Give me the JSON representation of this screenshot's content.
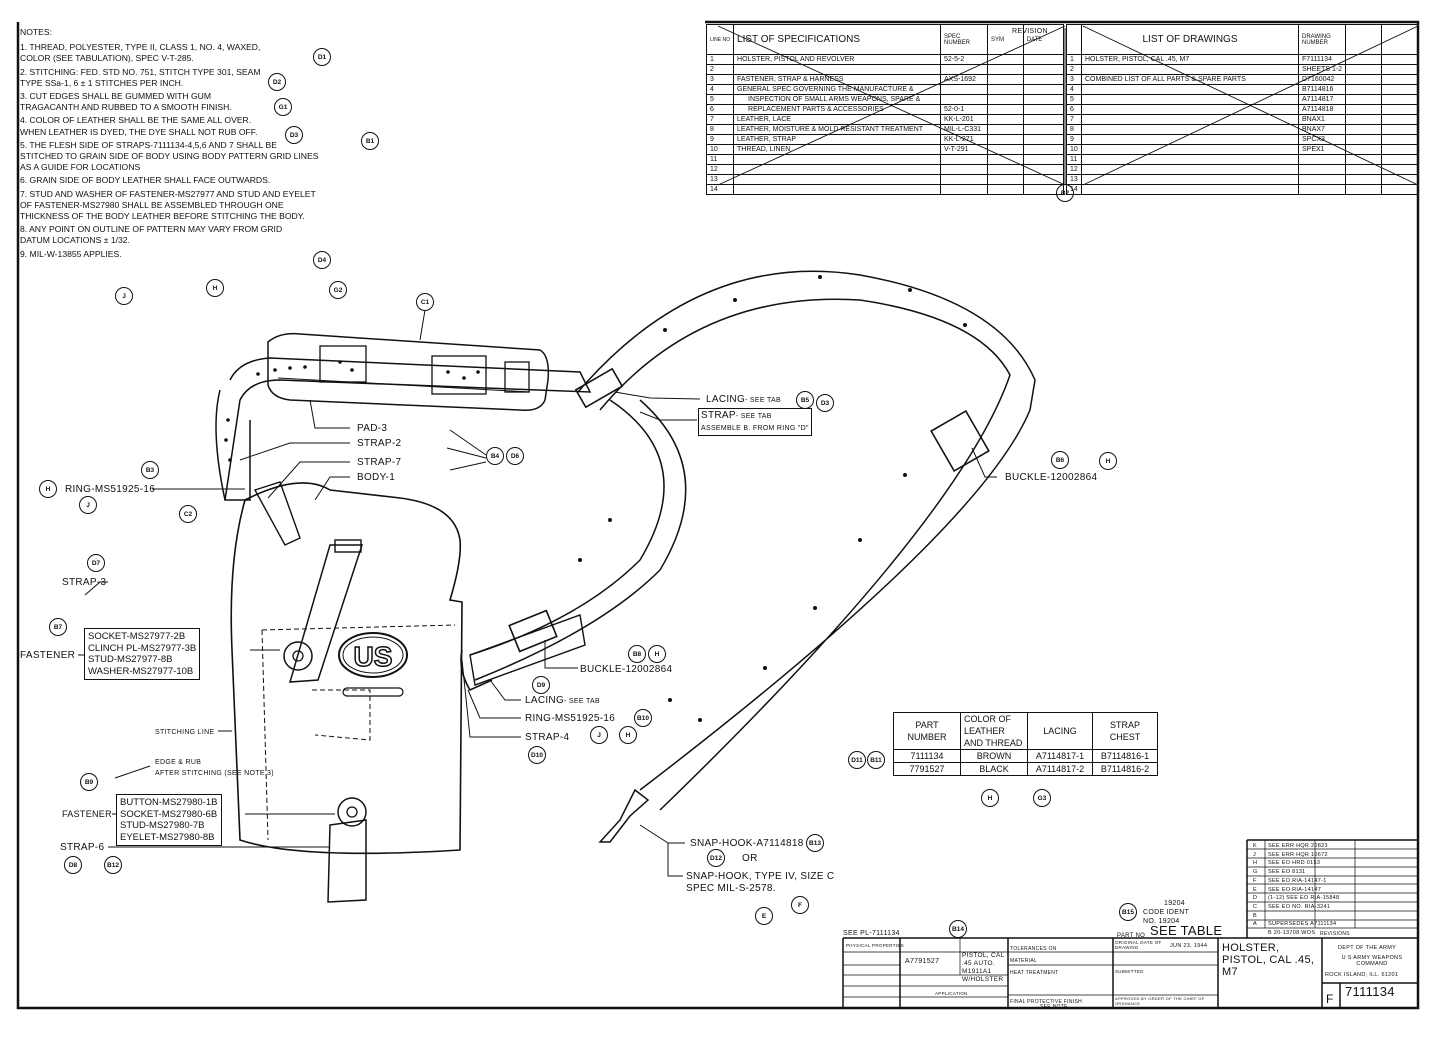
{
  "notes": {
    "title": "NOTES:",
    "items": [
      "1. THREAD, POLYESTER, TYPE II, CLASS 1, NO. 4, WAXED, COLOR (SEE TABULATION), SPEC V-T-285.",
      "2. STITCHING: FED. STD NO. 751, STITCH TYPE 301, SEAM TYPE SSa-1, 6 ± 1 STITCHES PER INCH.",
      "3. CUT EDGES SHALL BE GUMMED WITH GUM TRAGACANTH AND RUBBED TO A SMOOTH FINISH.",
      "4. COLOR OF LEATHER SHALL BE THE SAME ALL OVER. WHEN LEATHER IS DYED, THE DYE SHALL NOT RUB OFF.",
      "5. THE FLESH SIDE OF STRAPS-7111134-4,5,6 AND 7 SHALL BE STITCHED TO GRAIN SIDE OF BODY USING BODY PATTERN GRID LINES AS A GUIDE FOR LOCATIONS",
      "6. GRAIN SIDE OF BODY LEATHER SHALL FACE OUTWARDS.",
      "7. STUD AND WASHER OF FASTENER-MS27977 AND STUD AND EYELET OF FASTENER-MS27980 SHALL BE ASSEMBLED THROUGH ONE THICKNESS OF THE BODY LEATHER BEFORE STITCHING THE BODY.",
      "8. ANY POINT ON OUTLINE OF PATTERN MAY VARY FROM GRID DATUM LOCATIONS ± 1/32.",
      "9. MIL-W-13855 APPLIES."
    ]
  },
  "specs": {
    "line_no": "LINE NO",
    "title": "LIST OF SPECIFICATIONS",
    "spec_number": "SPEC NUMBER",
    "revision": "REVISION",
    "sym": "SYM",
    "date": "DATE",
    "rows": [
      [
        "1",
        "HOLSTER, PISTOL AND REVOLVER",
        "52-5-2"
      ],
      [
        "2",
        "",
        ""
      ],
      [
        "3",
        "FASTENER, STRAP & HARNESS",
        "AXS-1692"
      ],
      [
        "4",
        "GENERAL SPEC GOVERNING THE MANUFACTURE &",
        ""
      ],
      [
        "5",
        "INSPECTION OF SMALL ARMS WEAPONS, SPARE &",
        ""
      ],
      [
        "6",
        "REPLACEMENT PARTS & ACCESSORIES",
        "52-0-1"
      ],
      [
        "7",
        "LEATHER, LACE",
        "KK-L-201"
      ],
      [
        "8",
        "LEATHER, MOISTURE & MOLD RESISTANT TREATMENT",
        "MIL-L-C331"
      ],
      [
        "9",
        "LEATHER, STRAP",
        "KK-L-271"
      ],
      [
        "10",
        "THREAD, LINEN",
        "V-T-291"
      ],
      [
        "11",
        "",
        ""
      ],
      [
        "12",
        "",
        ""
      ],
      [
        "13",
        "",
        ""
      ],
      [
        "14",
        "",
        ""
      ]
    ]
  },
  "drawings": {
    "title": "LIST OF DRAWINGS",
    "drawing_number": "DRAWING NUMBER",
    "rows": [
      [
        "1",
        "HOLSTER, PISTOL, CAL .45, M7",
        "F7111134"
      ],
      [
        "2",
        "",
        "SHEETS 1-2"
      ],
      [
        "3",
        "COMBINED LIST OF ALL PARTS & SPARE PARTS",
        "D7160042"
      ],
      [
        "4",
        "",
        "B7114816"
      ],
      [
        "5",
        "",
        "A7114817"
      ],
      [
        "6",
        "",
        "A7114818"
      ],
      [
        "7",
        "",
        "BNAX1"
      ],
      [
        "8",
        "",
        "BNAX7"
      ],
      [
        "9",
        "",
        "SPCX3"
      ],
      [
        "10",
        "",
        "SPEX1"
      ],
      [
        "11",
        ""
      ],
      [
        "12",
        ""
      ],
      [
        "13",
        ""
      ],
      [
        "14",
        ""
      ]
    ]
  },
  "callouts": {
    "pad3": "PAD-3",
    "strap2": "STRAP-2",
    "strap7": "STRAP-7",
    "body1": "BODY-1",
    "ring1": "RING-MS51925-16",
    "lacing1": "LACING",
    "see_tab": "- SEE TAB",
    "strap_tab": "STRAP",
    "assemble": "ASSEMBLE B. FROM RING \"D\"",
    "buckle1": "BUCKLE-12002864",
    "strap3": "STRAP-3",
    "fastener": "FASTENER",
    "fastener1_parts": [
      "SOCKET-MS27977-2B",
      "CLINCH PL-MS27977-3B",
      "STUD-MS27977-8B",
      "WASHER-MS27977-10B"
    ],
    "buckle2": "BUCKLE-12002864",
    "lacing2": "LACING",
    "ring2": "RING-MS51925-16",
    "strap4": "STRAP-4",
    "stitching_line": "STITCHING LINE",
    "edge_rub": "EDGE & RUB",
    "after_stitching": "AFTER STITCHING (SEE NOTE 3)",
    "fastener2_parts": [
      "BUTTON-MS27980-1B",
      "SOCKET-MS27980-6B",
      "STUD-MS27980-7B",
      "EYELET-MS27980-8B"
    ],
    "strap6": "STRAP-6",
    "snap_hook1": "SNAP-HOOK-A7114818",
    "or": "OR",
    "snap_hook2": "SNAP-HOOK, TYPE IV, SIZE C",
    "snap_spec": "SPEC MIL-S-2578.",
    "us_logo": "US"
  },
  "zones": {
    "D1": "D1",
    "D2": "D2",
    "G1": "G1",
    "D3": "D3",
    "B1": "B1",
    "D4": "D4",
    "J": "J",
    "H": "H",
    "G2": "G2",
    "C1": "C1",
    "B3": "B3",
    "C2": "C2",
    "B4": "B4",
    "D6": "D6",
    "B5": "B5",
    "D5": "D3",
    "B6": "B6",
    "D7": "D7",
    "B7": "B7",
    "B8": "B8",
    "D9": "D9",
    "B10": "B10",
    "D10": "D10",
    "B9": "B9",
    "D8": "D8",
    "B12": "B12",
    "D11": "D11",
    "B11": "B11",
    "B13": "B13",
    "D12": "D12",
    "E": "E",
    "F": "F",
    "G3": "G3",
    "B2": "B2",
    "B14": "B14",
    "B15": "B15"
  },
  "part_table": {
    "headers": [
      "PART NUMBER",
      "COLOR OF LEATHER AND THREAD",
      "LACING",
      "STRAP CHEST"
    ],
    "rows": [
      [
        "7111134",
        "BROWN",
        "A7114817-1",
        "B7114816-1"
      ],
      [
        "7791527",
        "BLACK",
        "A7114817-2",
        "B7114816-2"
      ]
    ]
  },
  "revisions": [
    [
      "K",
      "SEE ERR HQR 20823"
    ],
    [
      "J",
      "SEE ERR HQR 10672"
    ],
    [
      "H",
      "SEE EO HRD 0153"
    ],
    [
      "G",
      "SEE EO 8131"
    ],
    [
      "F",
      "SEE EO RIA-14147-1"
    ],
    [
      "E",
      "SEE EO RIA-14147"
    ],
    [
      "D",
      "(1-12) SEE EO RIA-15848"
    ],
    [
      "C",
      "SEE EO NO. RIA-3241"
    ],
    [
      "B",
      ""
    ],
    [
      "A",
      "SUPERSEDES A7111134"
    ],
    [
      "",
      "B 20-13708 WOS"
    ]
  ],
  "revisions_label": "REVISIONS",
  "title_block": {
    "see_pl": "SEE PL-7111134",
    "physical_properties": "PHYSICAL PROPERTIES",
    "app_part": "A7791527",
    "app_desc": "PISTOL, CAL .45 AUTO. M1911A1 W/HOLSTER",
    "application": "APPLICATION",
    "tolerances": "TOLERANCES ON",
    "material": "MATERIAL",
    "heat_treatment": "HEAT TREATMENT",
    "final_finish": "FINAL PROTECTIVE FINISH",
    "see_note": "SEE NOTE",
    "original_date": "ORIGINAL DATE OF DRAWING",
    "date": "JUN 23, 1944",
    "submitted": "SUBMITTED",
    "approved": "APPROVED BY ORDER OF THE CHIEF OF ORDNANCE",
    "code_ident_num": "19204",
    "code_ident": "CODE IDENT NO. 19204",
    "part_no_label": "PART NO",
    "part_no": "SEE TABLE",
    "title": "HOLSTER, PISTOL, CAL .45, M7",
    "dept": "DEPT OF THE ARMY",
    "command": "U S ARMY WEAPONS COMMAND",
    "location": "ROCK ISLAND, ILL. 61201",
    "size": "F",
    "drawing_number": "7111134"
  }
}
